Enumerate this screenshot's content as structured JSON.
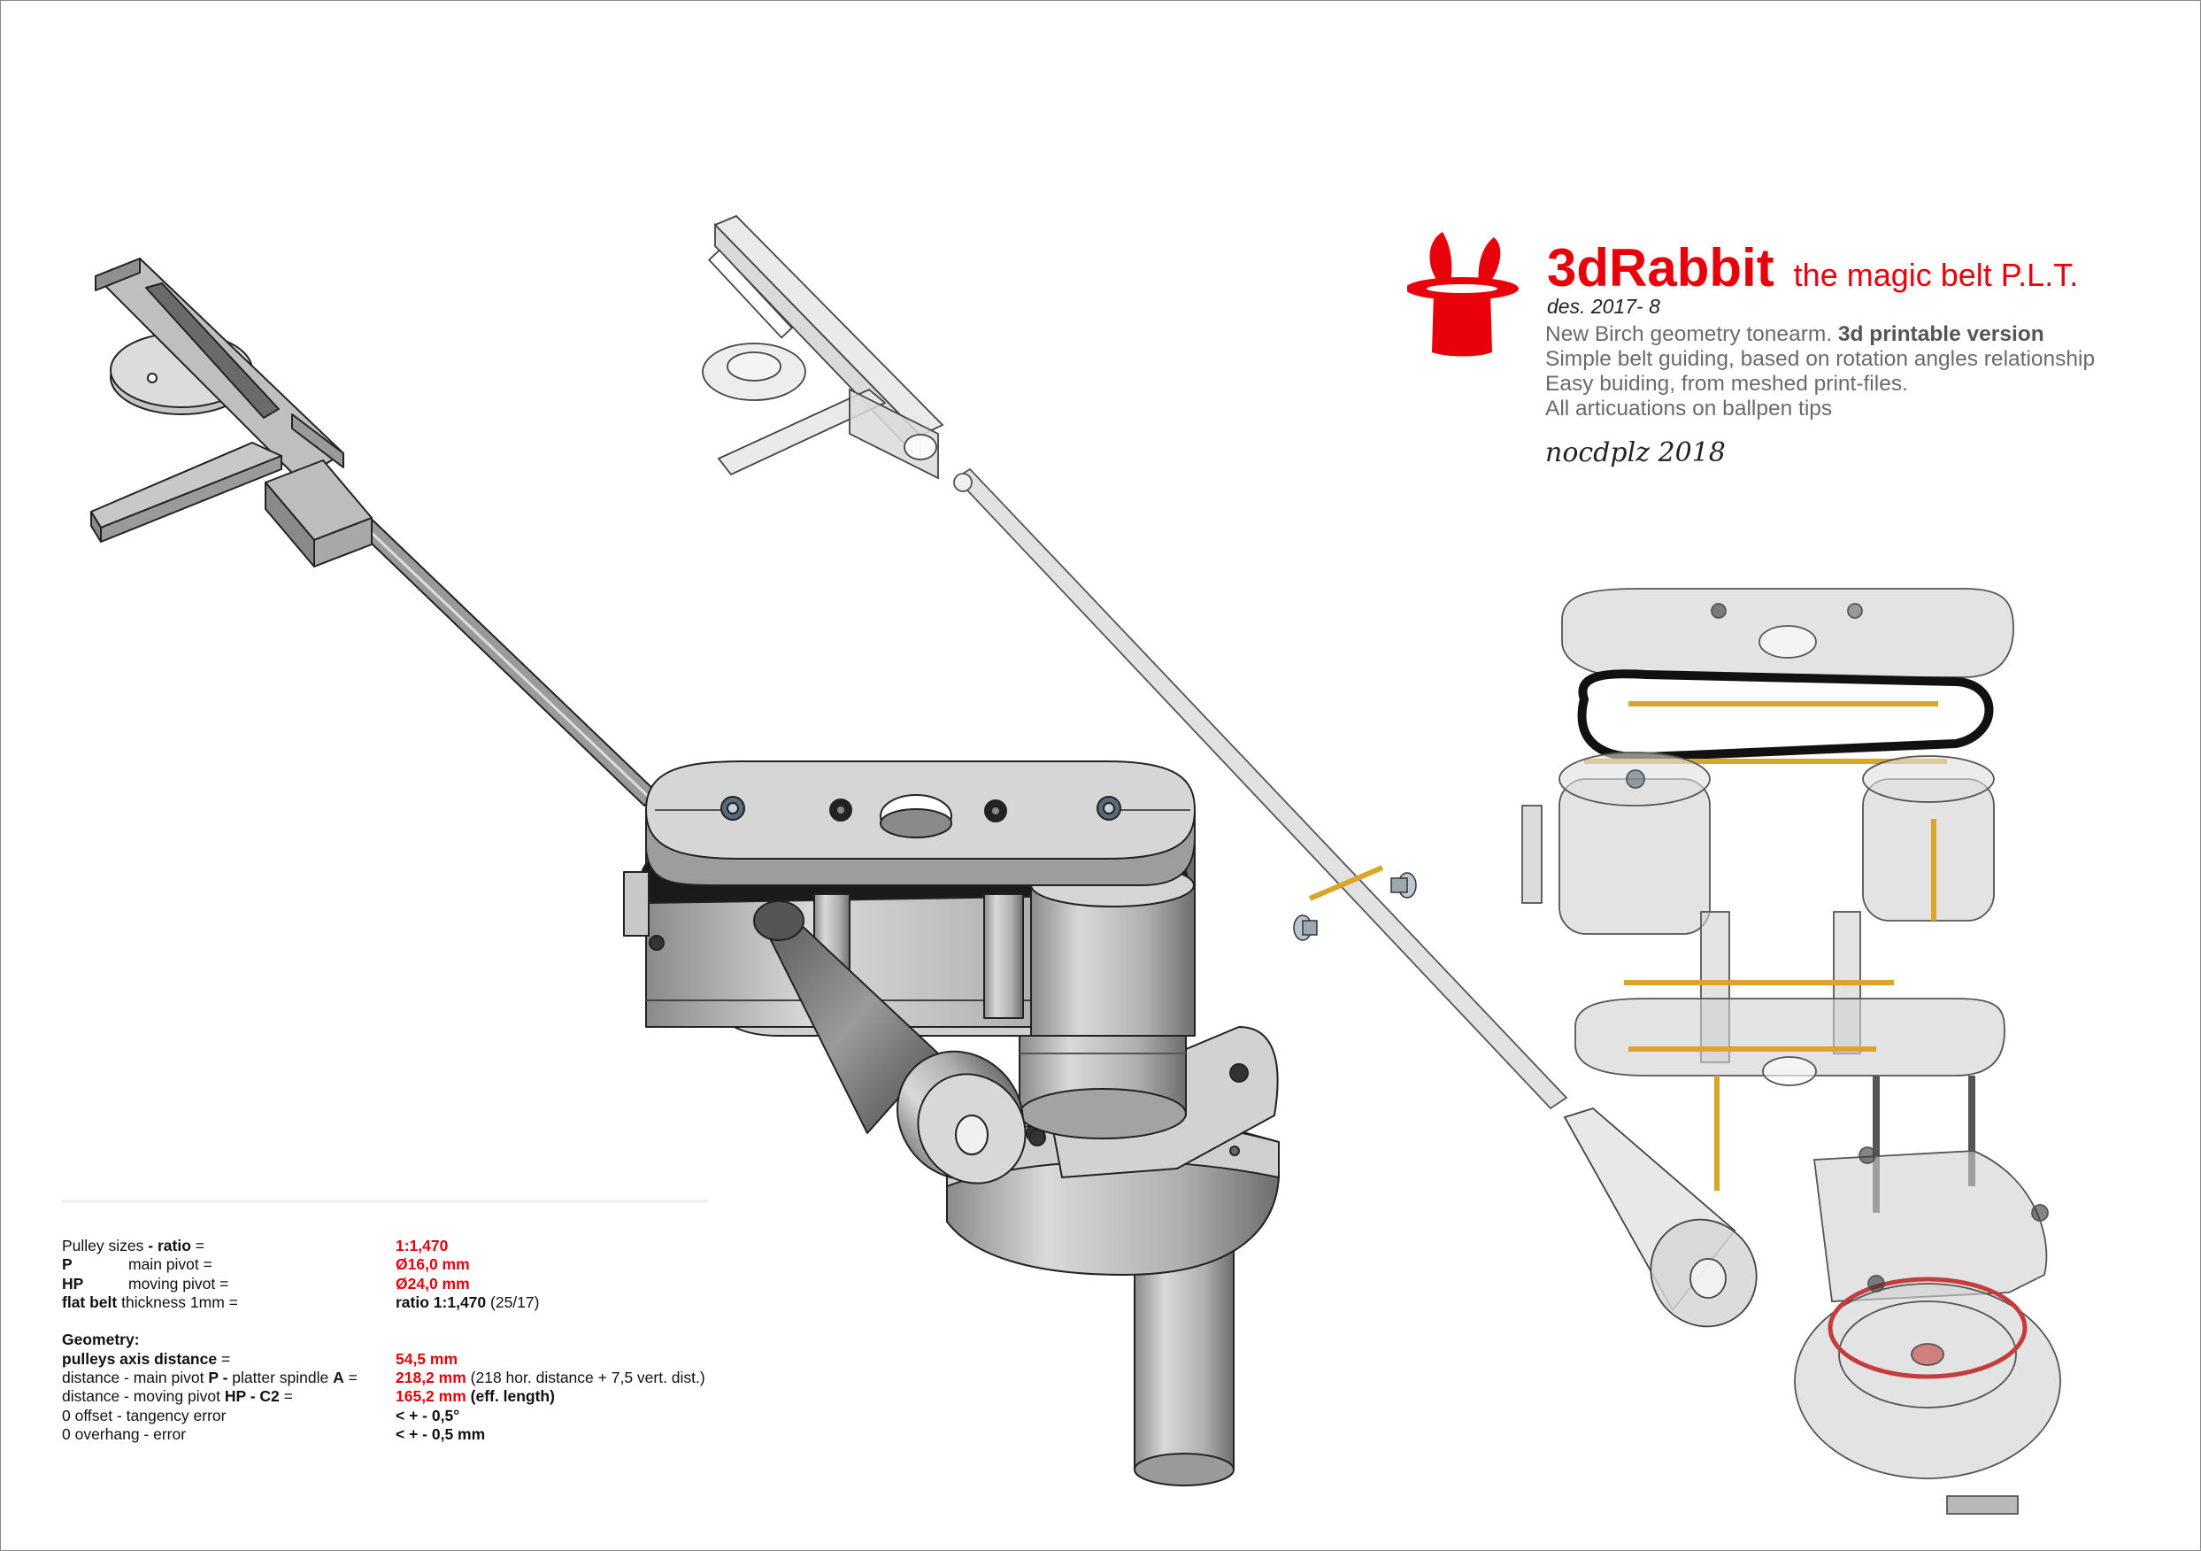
{
  "title": {
    "brand": "3dRabbit",
    "tagline": "the magic belt P.L.T.",
    "design_date": "des. 2017- 8"
  },
  "description": {
    "line1_prefix": "New Birch geometry tonearm. ",
    "line1_bold": "3d printable version",
    "line2": "Simple belt guiding, based on rotation angles relationship",
    "line3": "Easy buiding, from meshed print-files.",
    "line4": "All articuations on ballpen tips"
  },
  "signature": "nocdplz 2018",
  "colors": {
    "accent": "#e8000b",
    "text_gray": "#6a6a6a",
    "metal": "#a8a8a8",
    "translucent": "#c8c8c8",
    "brass": "#d9a52b"
  },
  "icons": {
    "logo": "rabbit-ears-top-hat-icon"
  },
  "specs": {
    "pulley_label_a": "Pulley sizes",
    "pulley_label_b": "- ratio",
    "pulley_label_c": "=",
    "pulley_value": "1:1,470",
    "p_code": "P",
    "p_label": "main pivot =",
    "p_value": "Ø16,0 mm",
    "hp_code": "HP",
    "hp_label": "moving pivot =",
    "hp_value": "Ø24,0 mm",
    "belt_label_bold": "flat belt",
    "belt_label": "thickness 1mm =",
    "belt_value_bold": "ratio 1:1,470",
    "belt_value_extra": "(25/17)",
    "geometry_heading": "Geometry:",
    "axis_label_bold": "pulleys axis distance",
    "axis_label_eq": "=",
    "axis_value": "54,5 mm",
    "main_label_a": "distance  -  main pivot",
    "main_label_b": "P -",
    "main_label_c": "platter spindle",
    "main_label_d": "A",
    "main_label_e": "=",
    "main_value": "218,2 mm",
    "main_value_extra": "(218 hor. distance + 7,5 vert. dist.)",
    "moving_label_a": "distance  -  moving pivot",
    "moving_label_b": "HP - C2",
    "moving_label_c": "=",
    "moving_value": "165,2 mm",
    "moving_value_extra": "(eff. length)",
    "offset_label": "0 offset  -   tangency  error",
    "offset_value": "< + - 0,5°",
    "overhang_label": "0 overhang - error",
    "overhang_value": "<  + - 0,5 mm"
  }
}
